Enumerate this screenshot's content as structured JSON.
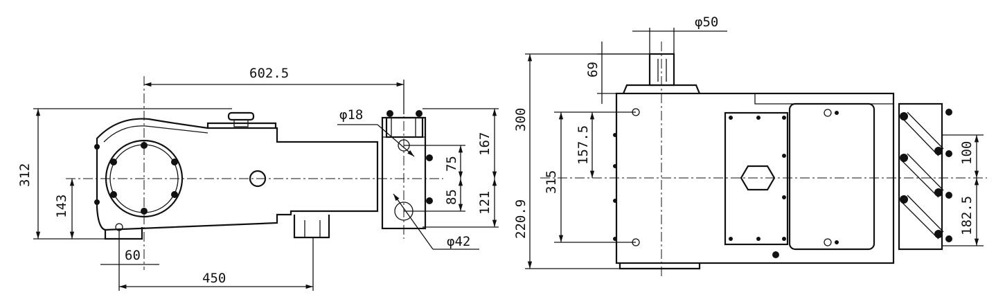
{
  "side_view": {
    "dim_overall_length": "602.5",
    "dim_total_height": "312",
    "dim_shaft_height": "143",
    "dim_base_offset": "60",
    "dim_base_length": "450",
    "dim_inlet_dia": "φ18",
    "dim_outlet_dia": "φ42",
    "dim_upper_head": "167",
    "dim_lower_head": "121",
    "dim_upper_port": "75",
    "dim_lower_port": "85"
  },
  "top_view": {
    "dim_shaft_dia": "φ50",
    "dim_shaft_length": "69",
    "dim_width_top": "300",
    "dim_width_bottom": "220.9",
    "dim_overall_width": "315",
    "dim_mount_upper": "157.5",
    "dim_valve_pitch": "100",
    "dim_valve_lower": "182.5"
  }
}
